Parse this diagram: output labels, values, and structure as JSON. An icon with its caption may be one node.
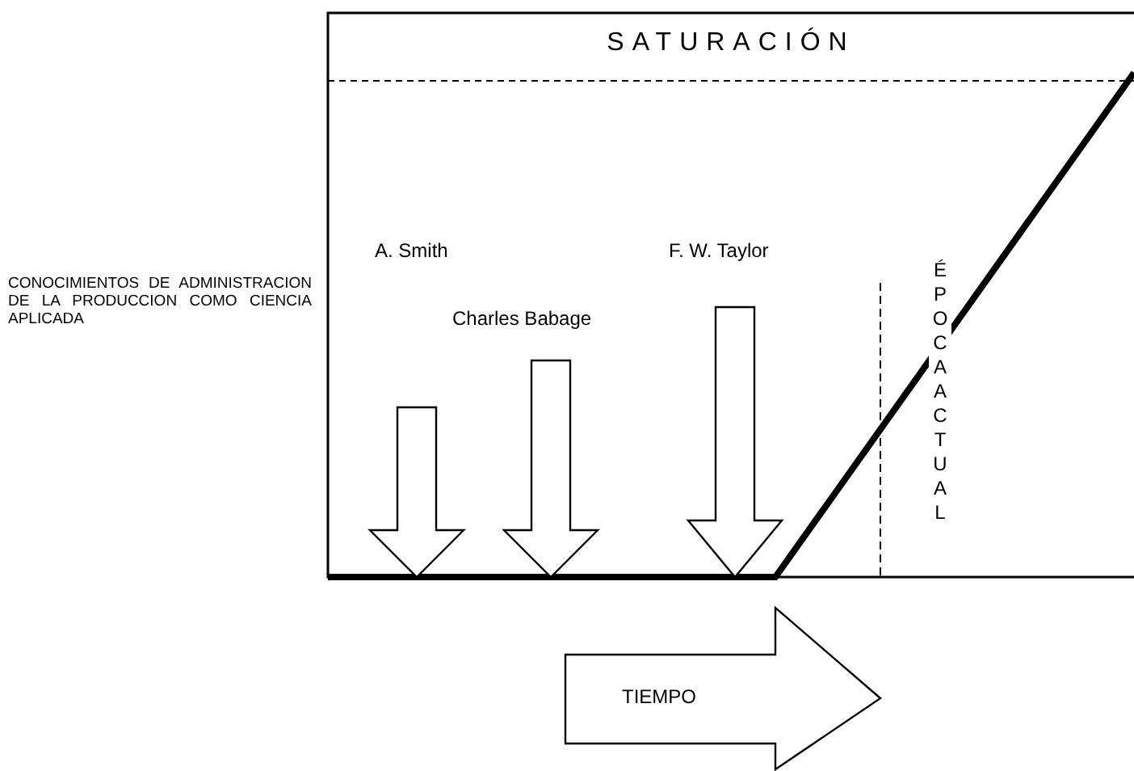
{
  "diagram": {
    "nodes": [
      {
        "text": [
          "SATURACIÓN"
        ]
      },
      {
        "text": [
          "TIEMPO"
        ]
      }
    ],
    "labels": [
      "CONOCIMIENTOS DE ADMINISTRACION DE LA PRODUCCION COMO CIENCIA APLICADA",
      "A. Smith",
      "F. W. Taylor",
      "Charles Babage",
      "ÉPOCA ACTUAL"
    ]
  }
}
